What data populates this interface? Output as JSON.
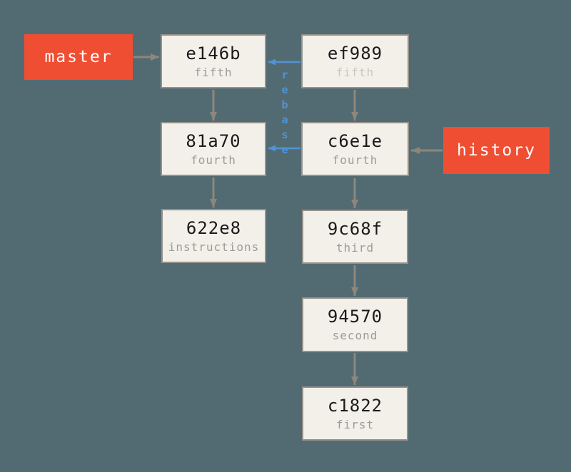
{
  "diagram": {
    "title": "git rebase interactive history rewrite",
    "branches": [
      {
        "id": "master",
        "label": "master"
      },
      {
        "id": "history",
        "label": "history"
      }
    ],
    "commits": [
      {
        "hash": "e146b",
        "message": "fifth"
      },
      {
        "hash": "ef989",
        "message": "fifth",
        "faded": true
      },
      {
        "hash": "81a70",
        "message": "fourth"
      },
      {
        "hash": "c6e1e",
        "message": "fourth"
      },
      {
        "hash": "622e8",
        "message": "instructions"
      },
      {
        "hash": "9c68f",
        "message": "third"
      },
      {
        "hash": "94570",
        "message": "second"
      },
      {
        "hash": "c1822",
        "message": "first"
      }
    ],
    "rebase_label": "rebase",
    "arrows": {
      "gray": [
        "master->e146b",
        "e146b->81a70",
        "81a70->622e8",
        "ef989->c6e1e",
        "c6e1e->9c68f",
        "9c68f->94570",
        "94570->c1822",
        "history->c6e1e"
      ],
      "blue": [
        "ef989->e146b",
        "c6e1e->81a70"
      ]
    },
    "colors": {
      "background": "#526B73",
      "branch_fill": "#F04E32",
      "commit_fill": "#F2F0E9",
      "commit_border": "#96918A",
      "arrow_gray": "#8E8779",
      "arrow_blue": "#4F94D6",
      "hash_text": "#1A1A1A",
      "message_text": "#9C9C96",
      "message_text_faded": "#C9C7BF",
      "branch_text": "#FFFFFF"
    }
  }
}
